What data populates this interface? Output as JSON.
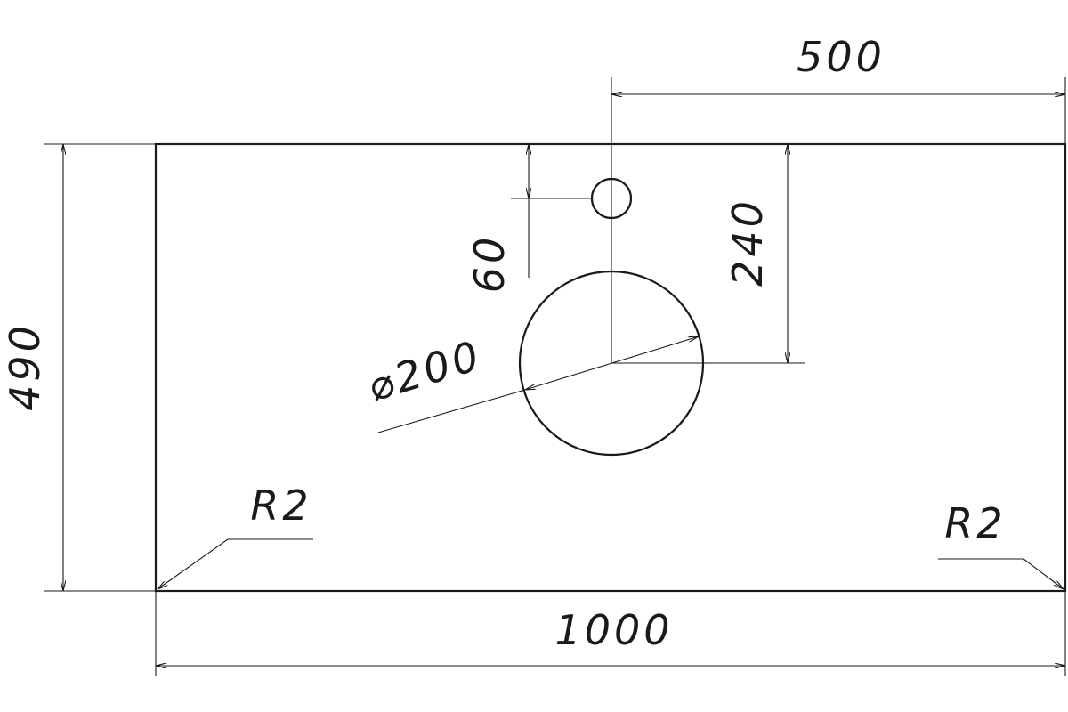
{
  "dimensions": {
    "overall_width": "1000",
    "overall_depth": "490",
    "tap_offset": "500",
    "tap_hole_from_edge": "60",
    "sink_from_edge": "240",
    "sink_diameter": "⌀200",
    "corner_radius_left": "R2",
    "corner_radius_right": "R2"
  },
  "colors": {
    "line": "#1a1a1a",
    "background": "#ffffff"
  }
}
